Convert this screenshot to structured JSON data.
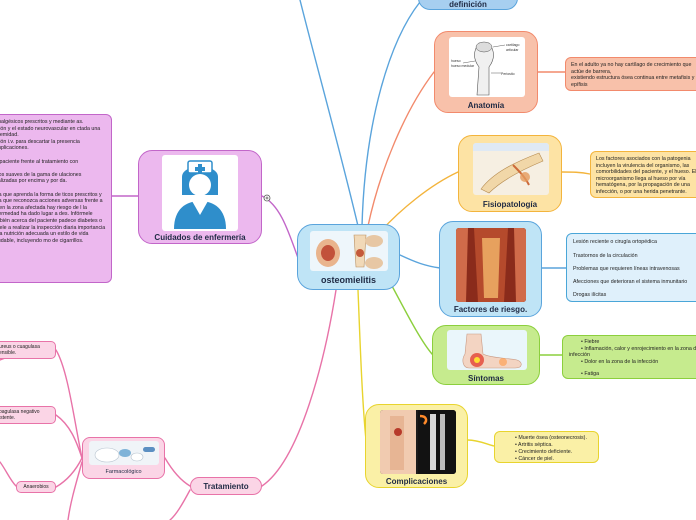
{
  "colors": {
    "blue": "#5aa4dc",
    "salmon": "#f28a6c",
    "orange": "#f3b43c",
    "violet": "#c266c9",
    "green": "#8ccf3d",
    "yellow": "#e8d42e",
    "pink": "#e873a8",
    "center": "#bfe4f6"
  },
  "central": {
    "label": "osteomielitis"
  },
  "nodes": {
    "definition": "definición",
    "anatomy": "Anatomía",
    "pathophysiology": "Fisiopatología",
    "risk_factors": "Factores de riesgo.",
    "symptoms": "Síntomas",
    "complications": "Complicaciones",
    "nursing_care": "Cuidados de enfermería",
    "treatment": "Tratamiento",
    "pharmacological": "Farmacológico"
  },
  "anatomy_note": "En el adulto ya no hay cartílago de crecimiento que actúe de barrera,\nexistiendo estructura ósea continua entre metafisis y epífisis",
  "pathophysiology_note": "Los factores asociados con la patogenia incluyen la virulencia del organismo, las comorbilidades del paciente, y el hueso. El microorganismo llega al hueso por vía hematógena, por la propagación de una infección, o por una herida penetrante.",
  "risk_items": [
    "Lesión reciente o cirugía ortopédica",
    "Trastornos de la circulación",
    "Problemas que requieren líneas intravenosas",
    "Afecciones que deterioran el sistema inmunitario",
    "Drogas ilícitas"
  ],
  "symptom_items": [
    "Fiebre",
    "Inflamación, calor y enrojecimiento en la zona de la infección",
    "Dolor en la zona de la infección",
    "Fatiga"
  ],
  "complication_items": [
    "Muerte ósea (osteonecrosis).",
    "Artritis séptica.",
    "Crecimiento deficiente.",
    "Cáncer de piel."
  ],
  "nursing_note": "s analgésicos prescritos y mediante as.\nección y el estado neurovascular en ctada una extremidad.\nección i.v. para descartar la presencia complicaciones.\n\ndel paciente frente al tratamiento con\n\ncicios suaves de la gama de ulaciones localizadas por encima y por da.\n\npara que aprenda la forma de ticos prescritos y para que reconozca acciones adversas frente a los en la zona afectada hay riesgo de l la enfermedad ha dado lugar a des. Infórmele también acerca del paciente padece diabetes o séñele a realizar la inspección diaria importancia de la nutrición adecuada un estilo de vida saludable, incluyendo mo de cigarrillos.",
  "pharma_leaves": [
    "ureus o cuagulasa ensible.",
    "oagulasa negativo istente.",
    "Anaerobios"
  ],
  "anatomy_labels": [
    "cartílago",
    "hueso",
    "hueso medular",
    "articular",
    "Periostio"
  ]
}
